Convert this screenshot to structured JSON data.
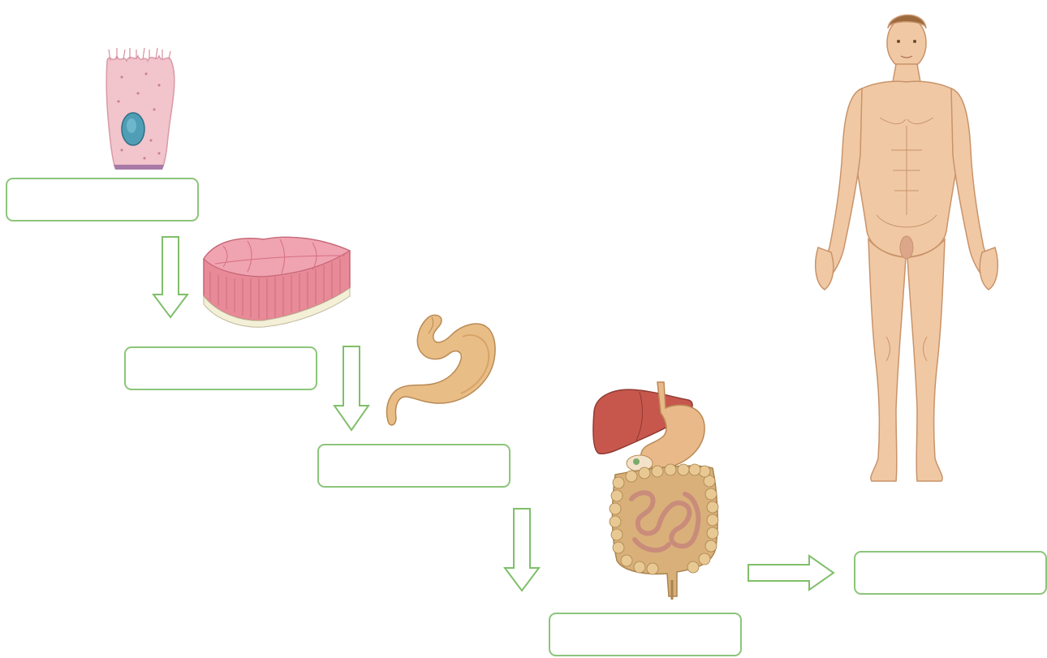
{
  "diagram": {
    "levels": [
      {
        "key": "cell",
        "icon": "cell-icon",
        "answer": ""
      },
      {
        "key": "tissue",
        "icon": "tissue-icon",
        "answer": ""
      },
      {
        "key": "organ",
        "icon": "stomach-icon",
        "answer": ""
      },
      {
        "key": "organ-system",
        "icon": "digestive-system-icon",
        "answer": ""
      },
      {
        "key": "organism",
        "icon": "human-body-icon",
        "answer": ""
      }
    ],
    "arrow_icon": "hollow-arrow-icon",
    "colors": {
      "box_border": "#8cc57a",
      "arrow": "#7fbf6a",
      "cell": "#f2c4cc",
      "nucleus": "#4f9eb5",
      "tissue": "#e88a98",
      "stomach": "#e9bd86",
      "liver": "#c7574d",
      "intestine": "#d9b07a",
      "skin": "#f0c9a4"
    }
  }
}
